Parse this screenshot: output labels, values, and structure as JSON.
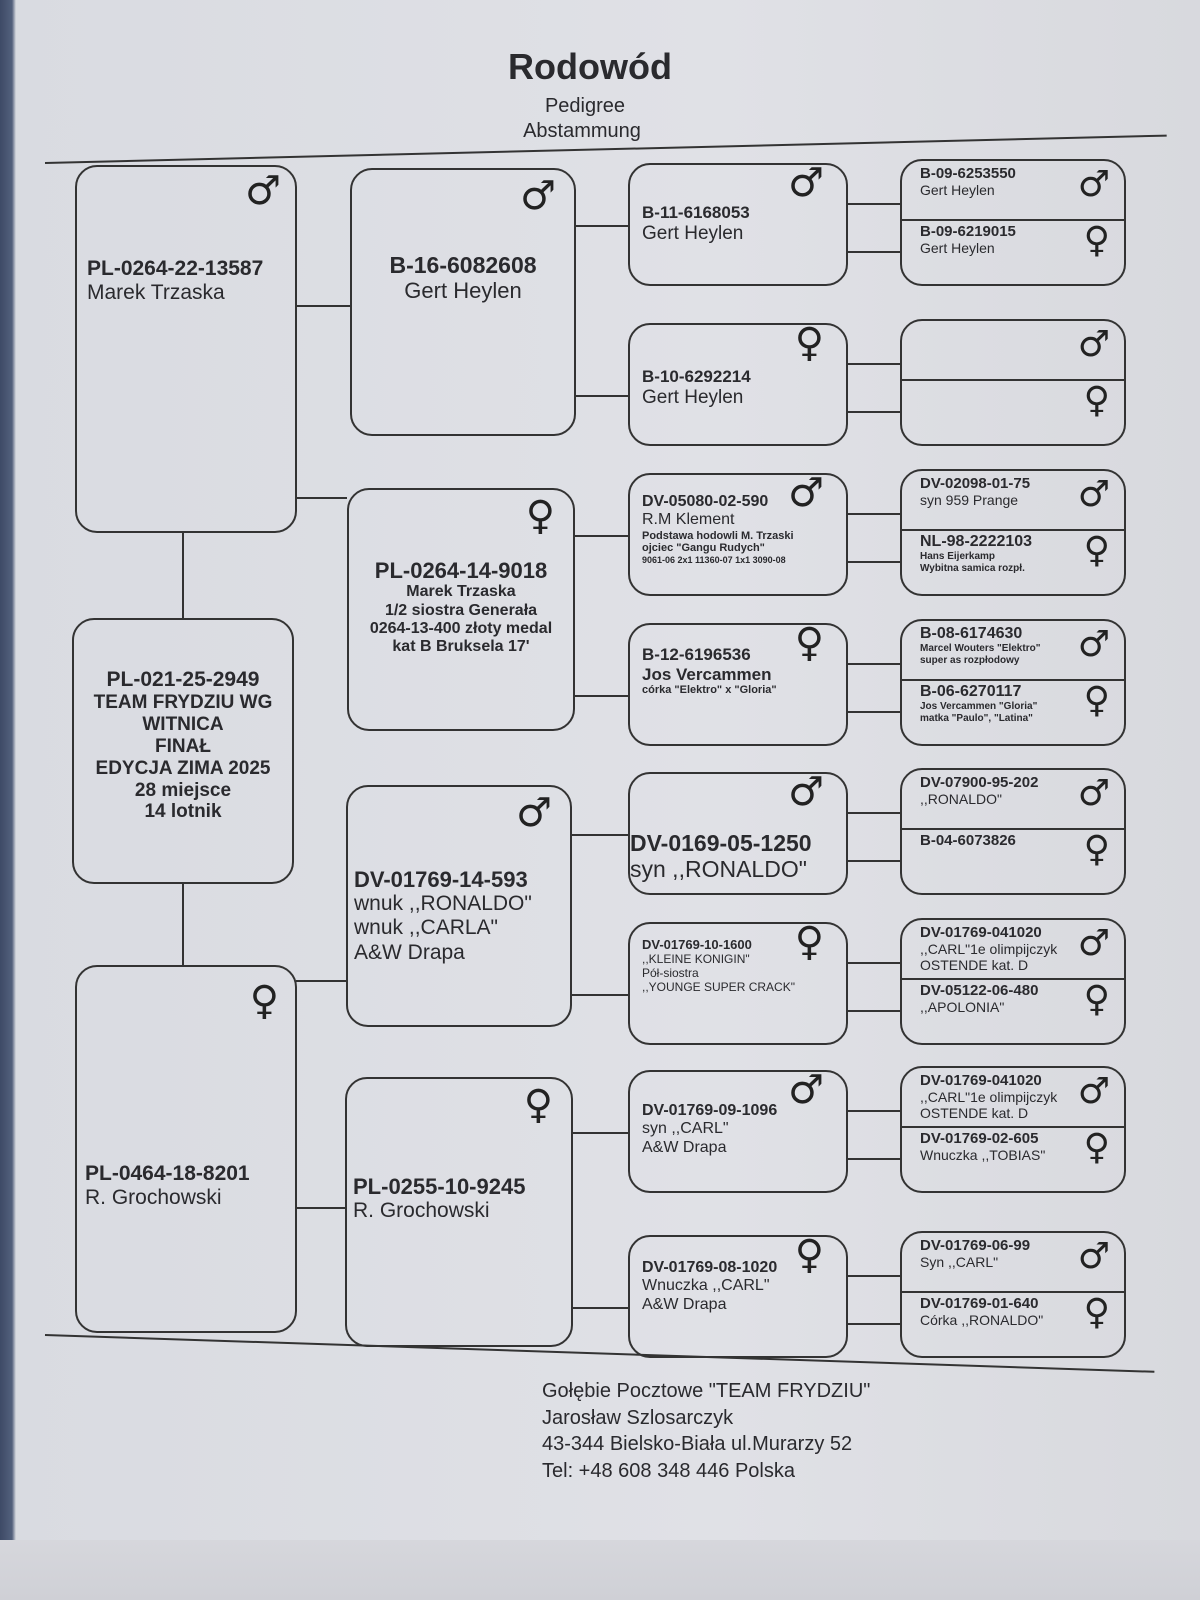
{
  "header": {
    "title": "Rodowód",
    "subtitle_en": "Pedigree",
    "subtitle_de": "Abstammung"
  },
  "pedigree": {
    "subject": {
      "sex": "",
      "lines": [
        "PL-021-25-2949",
        "TEAM FRYDZIU WG",
        "WITNICA",
        "FINAŁ",
        "EDYCJA ZIMA 2025",
        "28 miejsce",
        "14 lotnik"
      ]
    },
    "parents": [
      {
        "sex": "male",
        "lines": [
          "PL-0264-22-13587",
          "Marek Trzaska"
        ]
      },
      {
        "sex": "female",
        "lines": [
          "PL-0464-18-8201",
          "R. Grochowski"
        ]
      }
    ],
    "gen2": [
      {
        "sex": "male",
        "lines": [
          "B-16-6082608",
          "Gert Heylen"
        ]
      },
      {
        "sex": "female",
        "lines": [
          "PL-0264-14-9018",
          "Marek Trzaska",
          "1/2 siostra Generała",
          "0264-13-400 złoty medal",
          "kat B Bruksela 17'"
        ]
      },
      {
        "sex": "male",
        "lines": [
          "DV-01769-14-593",
          "wnuk ,,RONALDO\"",
          "wnuk ,,CARLA\"",
          "A&W Drapa"
        ]
      },
      {
        "sex": "female",
        "lines": [
          "PL-0255-10-9245",
          "R. Grochowski"
        ]
      }
    ],
    "gen3": [
      {
        "sex": "male",
        "lines": [
          "B-11-6168053",
          "Gert Heylen"
        ]
      },
      {
        "sex": "female",
        "lines": [
          "B-10-6292214",
          "Gert Heylen"
        ]
      },
      {
        "sex": "male",
        "lines": [
          "DV-05080-02-590",
          "R.M Klement",
          "Podstawa hodowli M. Trzaski",
          "ojciec \"Gangu Rudych\"",
          "9061-06 2x1 11360-07 1x1 3090-08"
        ]
      },
      {
        "sex": "female",
        "lines": [
          "B-12-6196536",
          "Jos Vercammen",
          "córka \"Elektro\" x \"Gloria\""
        ]
      },
      {
        "sex": "male",
        "lines": [
          "DV-0169-05-1250",
          "syn ,,RONALDO\""
        ]
      },
      {
        "sex": "female",
        "lines": [
          "DV-01769-10-1600",
          ",,KLEINE KONIGIN\"",
          "Pół-siostra",
          ",,YOUNGE SUPER CRACK\""
        ]
      },
      {
        "sex": "male",
        "lines": [
          "DV-01769-09-1096",
          "syn ,,CARL\"",
          "A&W Drapa"
        ]
      },
      {
        "sex": "female",
        "lines": [
          "DV-01769-08-1020",
          "Wnuczka ,,CARL\"",
          "A&W Drapa"
        ]
      }
    ],
    "gen4": [
      {
        "sex": "male",
        "lines": [
          "B-09-6253550",
          "Gert Heylen"
        ]
      },
      {
        "sex": "female",
        "lines": [
          "B-09-6219015",
          "Gert Heylen"
        ]
      },
      {
        "sex": "male",
        "lines": []
      },
      {
        "sex": "female",
        "lines": []
      },
      {
        "sex": "male",
        "lines": [
          "DV-02098-01-75",
          "syn 959 Prange"
        ]
      },
      {
        "sex": "female",
        "lines": [
          "NL-98-2222103",
          "Hans Eijerkamp",
          "Wybitna samica rozpł."
        ]
      },
      {
        "sex": "male",
        "lines": [
          "B-08-6174630",
          "Marcel Wouters \"Elektro\"",
          "super as rozpłodowy"
        ]
      },
      {
        "sex": "female",
        "lines": [
          "B-06-6270117",
          "Jos Vercammen \"Gloria\"",
          "matka \"Paulo\", \"Latina\""
        ]
      },
      {
        "sex": "male",
        "lines": [
          "DV-07900-95-202",
          ",,RONALDO\""
        ]
      },
      {
        "sex": "female",
        "lines": [
          "B-04-6073826"
        ]
      },
      {
        "sex": "male",
        "lines": [
          "DV-01769-041020",
          ",,CARL\"1e olimpijczyk",
          "OSTENDE kat. D"
        ]
      },
      {
        "sex": "female",
        "lines": [
          "DV-05122-06-480",
          ",,APOLONIA\""
        ]
      },
      {
        "sex": "male",
        "lines": [
          "DV-01769-041020",
          ",,CARL\"1e olimpijczyk",
          "OSTENDE kat. D"
        ]
      },
      {
        "sex": "female",
        "lines": [
          "DV-01769-02-605",
          "Wnuczka ,,TOBIAS\""
        ]
      },
      {
        "sex": "male",
        "lines": [
          "DV-01769-06-99",
          "Syn ,,CARL\""
        ]
      },
      {
        "sex": "female",
        "lines": [
          "DV-01769-01-640",
          "Córka ,,RONALDO\""
        ]
      }
    ]
  },
  "footer": {
    "lines": [
      "Gołębie Pocztowe \"TEAM FRYDZIU\"",
      "Jarosław Szlosarczyk",
      "43-344 Bielsko-Biała ul.Murarzy 52",
      "Tel: +48 608 348 446 Polska"
    ]
  },
  "symbols": {
    "male": "♂",
    "female": "♀"
  }
}
